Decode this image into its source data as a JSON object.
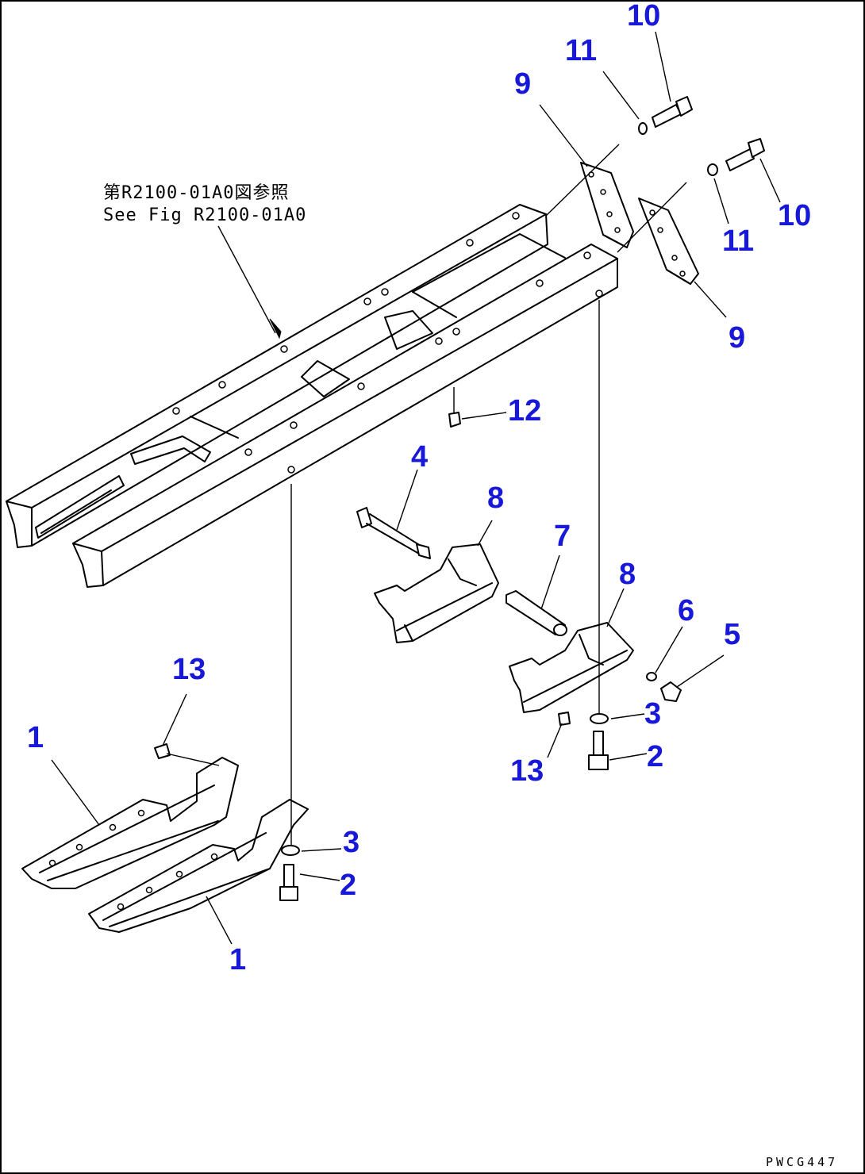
{
  "reference": {
    "line_jp": "第R2100-01A0図参照",
    "line_en": "See Fig R2100-01A0"
  },
  "drawing_code": "PWCG447",
  "callouts": [
    {
      "id": "c10a",
      "label": "10"
    },
    {
      "id": "c11a",
      "label": "11"
    },
    {
      "id": "c9a",
      "label": "9"
    },
    {
      "id": "c10b",
      "label": "10"
    },
    {
      "id": "c11b",
      "label": "11"
    },
    {
      "id": "c9b",
      "label": "9"
    },
    {
      "id": "c12",
      "label": "12"
    },
    {
      "id": "c4",
      "label": "4"
    },
    {
      "id": "c8a",
      "label": "8"
    },
    {
      "id": "c7",
      "label": "7"
    },
    {
      "id": "c8b",
      "label": "8"
    },
    {
      "id": "c6",
      "label": "6"
    },
    {
      "id": "c5",
      "label": "5"
    },
    {
      "id": "c3b",
      "label": "3"
    },
    {
      "id": "c2b",
      "label": "2"
    },
    {
      "id": "c13b",
      "label": "13"
    },
    {
      "id": "c13a",
      "label": "13"
    },
    {
      "id": "c1a",
      "label": "1"
    },
    {
      "id": "c3a",
      "label": "3"
    },
    {
      "id": "c2a",
      "label": "2"
    },
    {
      "id": "c1b",
      "label": "1"
    }
  ],
  "colors": {
    "callout": "#1818d8",
    "line": "#000000",
    "background": "#ffffff"
  }
}
